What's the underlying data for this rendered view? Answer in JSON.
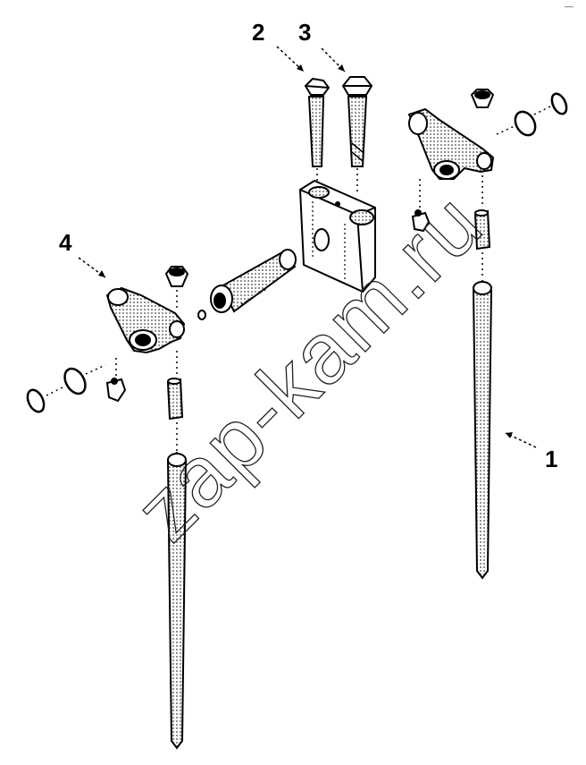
{
  "callouts": {
    "c1": "1",
    "c2": "2",
    "c3": "3",
    "c4": "4"
  },
  "watermark": "zap-kam.ru",
  "corner_mark": "––"
}
